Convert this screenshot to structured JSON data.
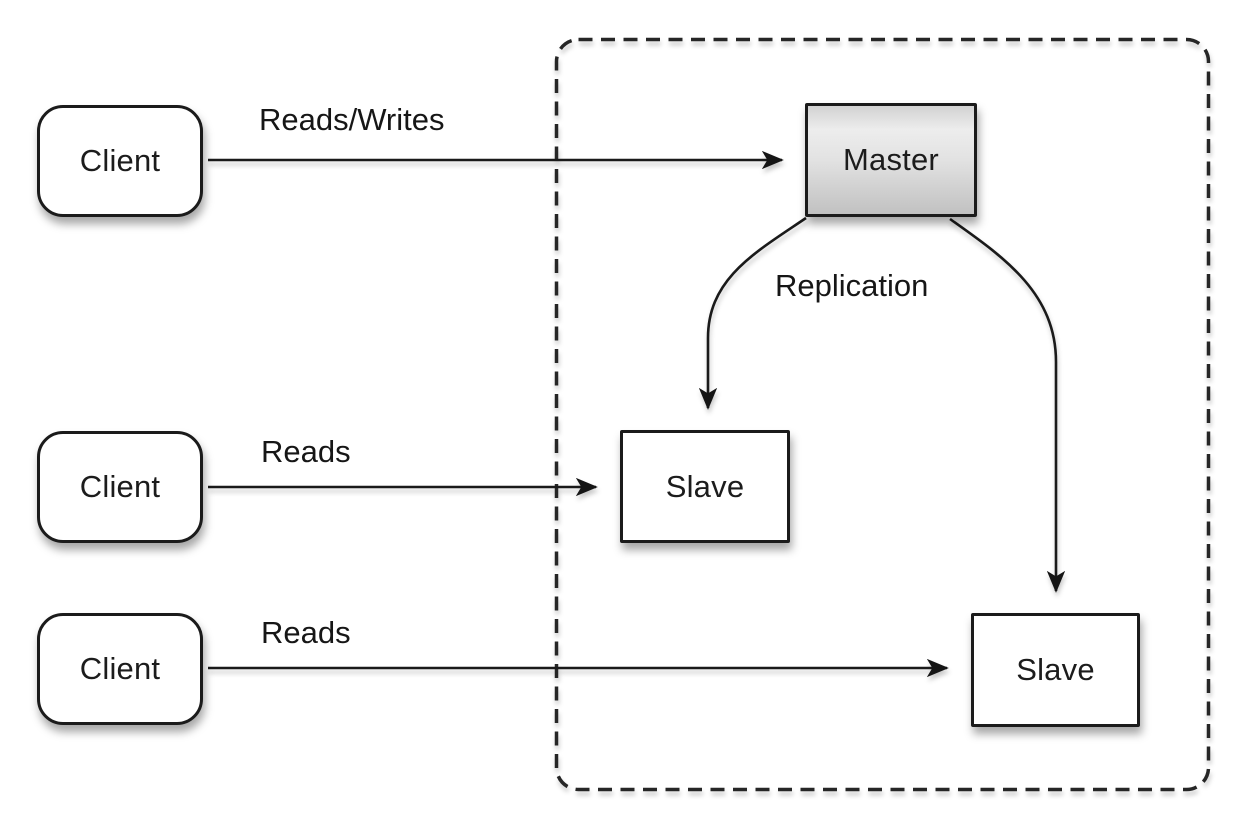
{
  "diagram": {
    "type": "architecture-diagram",
    "topic": "master-slave-replication",
    "nodes": {
      "client_top": "Client",
      "client_middle": "Client",
      "client_bottom": "Client",
      "master": "Master",
      "slave_left": "Slave",
      "slave_right": "Slave"
    },
    "edge_labels": {
      "client_top_to_master": "Reads/Writes",
      "client_middle_to_slave_left": "Reads",
      "client_bottom_to_slave_right": "Reads",
      "master_to_slaves": "Replication"
    },
    "colors": {
      "background": "#ffffff",
      "line": "#1a1a1a",
      "node_border": "#1b1b1b",
      "node_fill": "#ffffff",
      "master_gradient_top": "#d2d2d2",
      "master_gradient_light": "#ededed",
      "master_gradient_bottom": "#c1c1c1",
      "dashed_boundary": "#262626"
    }
  }
}
